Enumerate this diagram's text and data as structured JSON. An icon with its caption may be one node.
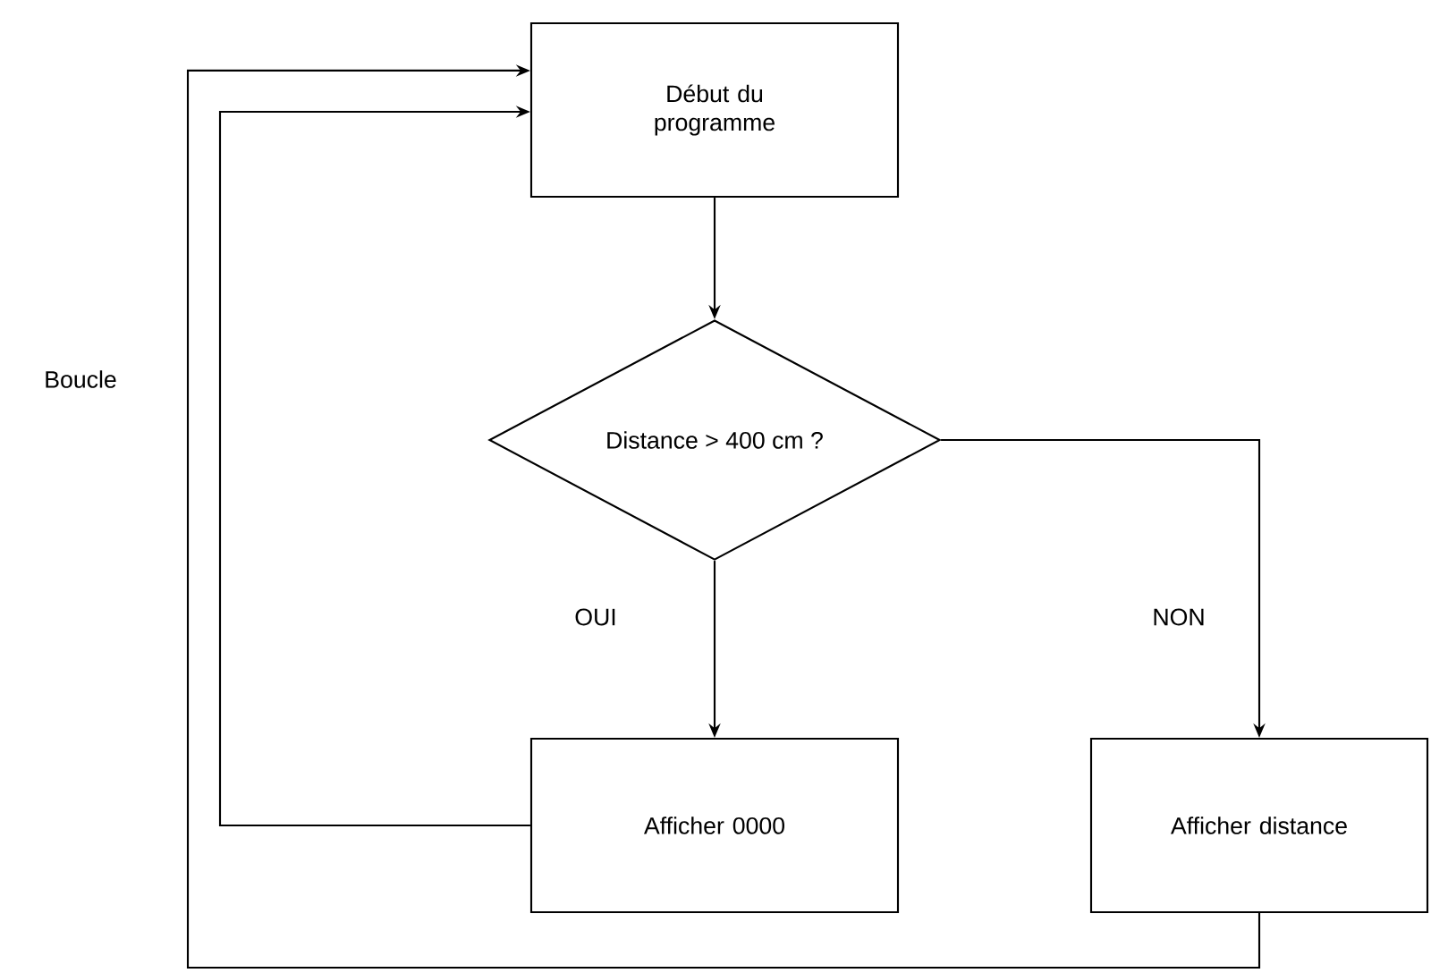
{
  "diagram": {
    "nodes": [
      {
        "text": [
          "Début du programme"
        ]
      },
      {
        "text": [
          "Distance > 400 cm ?"
        ]
      },
      {
        "text": [
          "Afficher 0000"
        ]
      },
      {
        "text": [
          "Afficher distance"
        ]
      }
    ],
    "edges": [
      {
        "from": 0,
        "to": 1,
        "arrow": "to"
      },
      {
        "from": 1,
        "to": 2,
        "arrow": "to",
        "label": "OUI"
      },
      {
        "from": 1,
        "to": 3,
        "arrow": "to",
        "label": "NON"
      },
      {
        "from": 2,
        "to": 0,
        "arrow": "to"
      },
      {
        "from": 3,
        "to": 0,
        "arrow": "to",
        "label": "Boucle"
      }
    ]
  }
}
